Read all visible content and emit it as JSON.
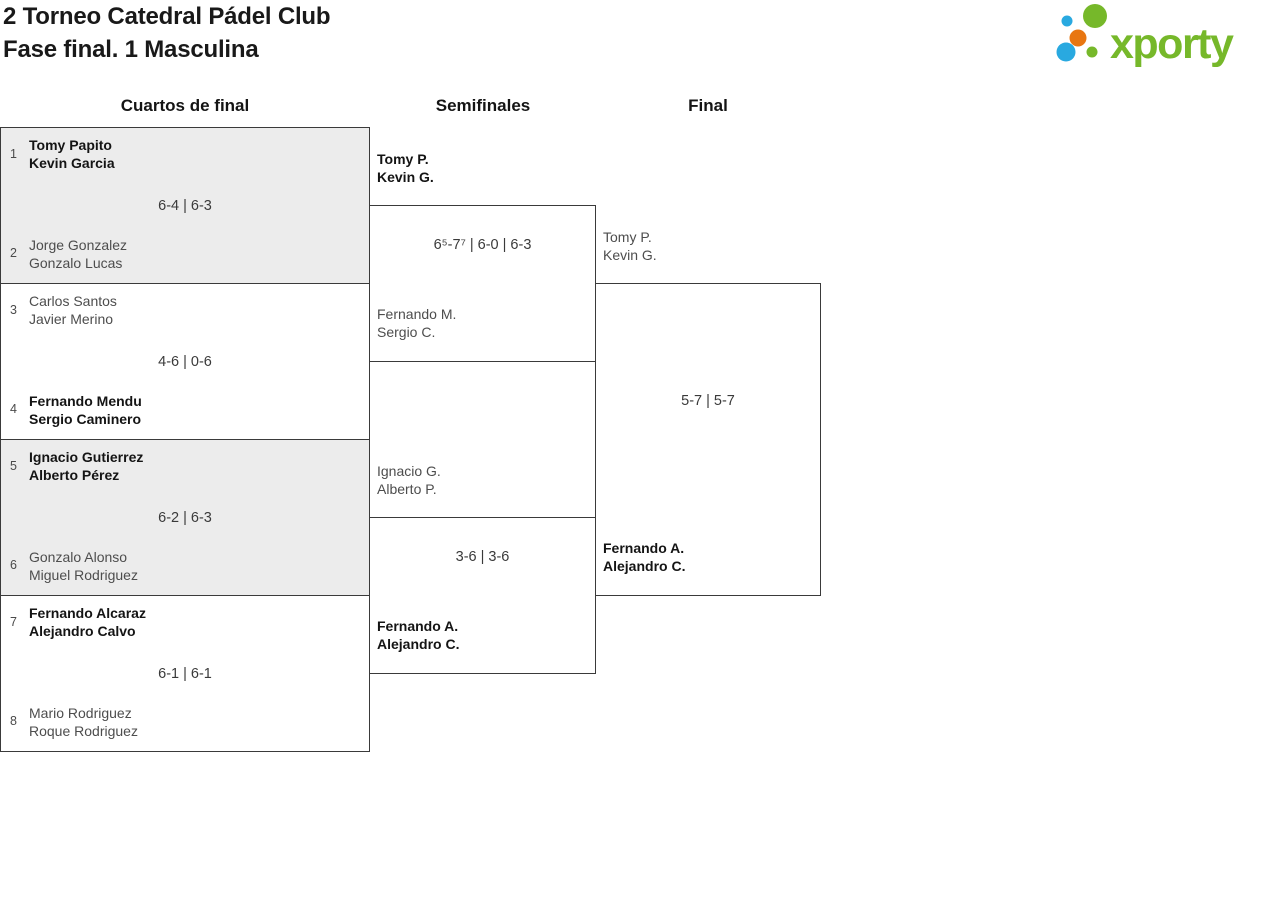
{
  "header": {
    "title_line1": "2 Torneo Catedral Pádel Club",
    "title_line2": "Fase final. 1 Masculina"
  },
  "logo": {
    "text": "xporty",
    "colors": {
      "green": "#76b82a",
      "blue": "#29a9e0",
      "orange": "#e87611"
    }
  },
  "round_headers": {
    "quarterfinals": "Cuartos de final",
    "semifinals": "Semifinales",
    "final": "Final"
  },
  "bracket": {
    "quarterfinals": [
      {
        "seed_a": "1",
        "team_a_line1": "Tomy Papito",
        "team_a_line2": "Kevin Garcia",
        "team_a_winner": true,
        "score": "6-4 | 6-3",
        "seed_b": "2",
        "team_b_line1": "Jorge Gonzalez",
        "team_b_line2": "Gonzalo Lucas",
        "team_b_winner": false
      },
      {
        "seed_a": "3",
        "team_a_line1": "Carlos Santos",
        "team_a_line2": "Javier Merino",
        "team_a_winner": false,
        "score": "4-6 | 0-6",
        "seed_b": "4",
        "team_b_line1": "Fernando Mendu",
        "team_b_line2": "Sergio Caminero",
        "team_b_winner": true
      },
      {
        "seed_a": "5",
        "team_a_line1": "Ignacio Gutierrez",
        "team_a_line2": "Alberto Pérez",
        "team_a_winner": true,
        "score": "6-2 | 6-3",
        "seed_b": "6",
        "team_b_line1": "Gonzalo Alonso",
        "team_b_line2": "Miguel Rodriguez",
        "team_b_winner": false
      },
      {
        "seed_a": "7",
        "team_a_line1": "Fernando Alcaraz",
        "team_a_line2": "Alejandro Calvo",
        "team_a_winner": true,
        "score": "6-1 | 6-1",
        "seed_b": "8",
        "team_b_line1": "Mario Rodriguez",
        "team_b_line2": "Roque Rodriguez",
        "team_b_winner": false
      }
    ],
    "semifinals": [
      {
        "team_a_line1": "Tomy P.",
        "team_a_line2": "Kevin G.",
        "team_a_winner": true,
        "score": "6⁵-7⁷ | 6-0 | 6-3",
        "team_b_line1": "Fernando M.",
        "team_b_line2": "Sergio C.",
        "team_b_winner": false
      },
      {
        "team_a_line1": "Ignacio G.",
        "team_a_line2": "Alberto P.",
        "team_a_winner": false,
        "score": "3-6 | 3-6",
        "team_b_line1": "Fernando A.",
        "team_b_line2": "Alejandro C.",
        "team_b_winner": true
      }
    ],
    "final": {
      "team_a_line1": "Tomy P.",
      "team_a_line2": "Kevin G.",
      "team_a_winner": false,
      "score": "5-7 | 5-7",
      "team_b_line1": "Fernando A.",
      "team_b_line2": "Alejandro C.",
      "team_b_winner": true
    }
  }
}
